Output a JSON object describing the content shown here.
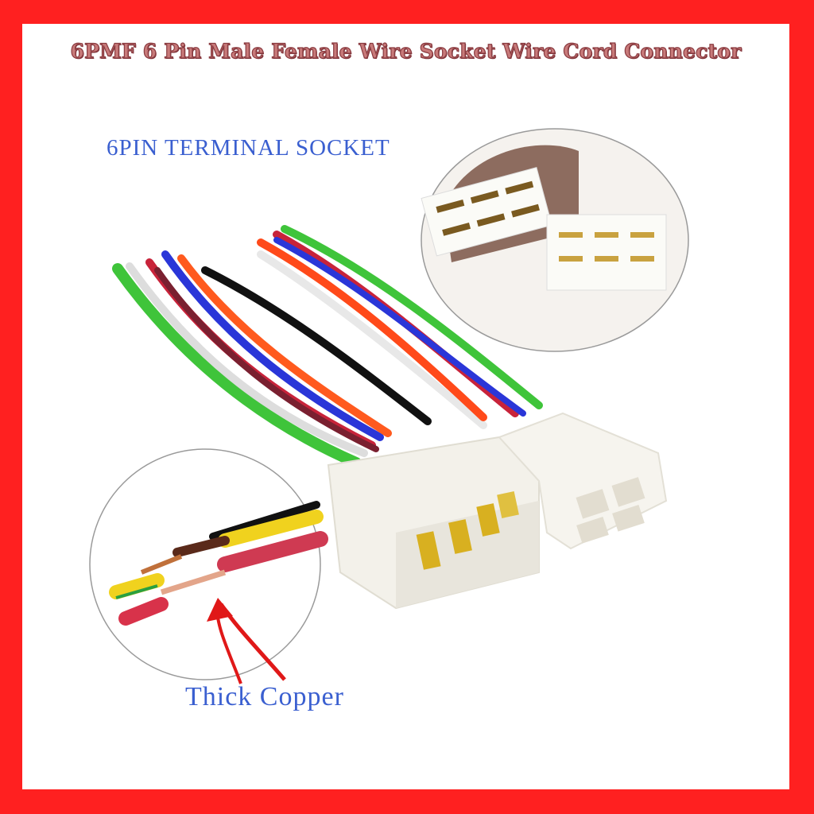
{
  "title": "6PMF 6 Pin Male Female Wire Socket Wire Cord Connector",
  "labels": {
    "terminal_socket": "6PIN TERMINAL SOCKET",
    "thick_copper": "Thick Copper"
  },
  "colors": {
    "border": "#ff2020",
    "background": "#ffffff",
    "title_fill": "#c87a7a",
    "title_outline": "#8a3b40",
    "label_blue": "#3a5fd0",
    "arrow_red": "#e01818"
  },
  "wire_colors": [
    "green",
    "white",
    "red",
    "blue",
    "orange",
    "black",
    "white",
    "red",
    "orange",
    "green",
    "blue"
  ],
  "insets": [
    {
      "name": "connector-closeup",
      "description": "6 pin male and female terminal close-up"
    },
    {
      "name": "copper-closeup",
      "description": "stripped wires showing thick copper core"
    }
  ]
}
